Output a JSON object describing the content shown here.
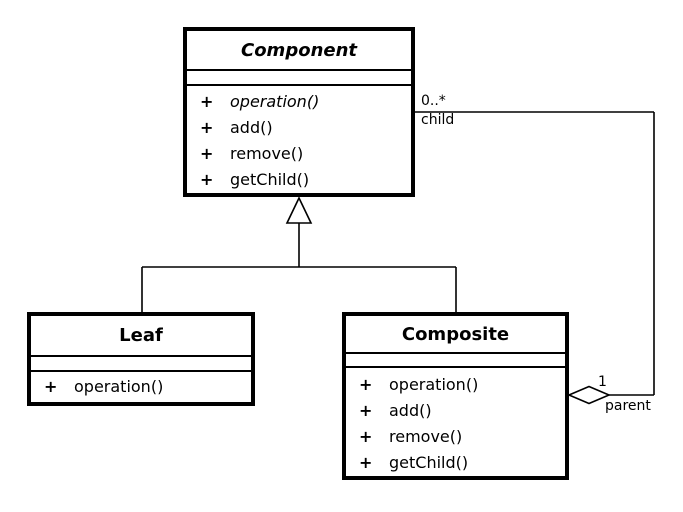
{
  "diagram": {
    "classes": {
      "component": {
        "name": "Component",
        "abstract": true,
        "methods": [
          {
            "visibility": "+",
            "signature": "operation()",
            "abstract": true
          },
          {
            "visibility": "+",
            "signature": "add()",
            "abstract": false
          },
          {
            "visibility": "+",
            "signature": "remove()",
            "abstract": false
          },
          {
            "visibility": "+",
            "signature": "getChild()",
            "abstract": false
          }
        ]
      },
      "leaf": {
        "name": "Leaf",
        "abstract": false,
        "methods": [
          {
            "visibility": "+",
            "signature": "operation()",
            "abstract": false
          }
        ]
      },
      "composite": {
        "name": "Composite",
        "abstract": false,
        "methods": [
          {
            "visibility": "+",
            "signature": "operation()",
            "abstract": false
          },
          {
            "visibility": "+",
            "signature": "add()",
            "abstract": false
          },
          {
            "visibility": "+",
            "signature": "remove()",
            "abstract": false
          },
          {
            "visibility": "+",
            "signature": "getChild()",
            "abstract": false
          }
        ]
      }
    },
    "association": {
      "child_multiplicity": "0..*",
      "child_role": "child",
      "parent_multiplicity": "1",
      "parent_role": "parent"
    },
    "colors": {
      "line": "#000000",
      "fill": "#ffffff"
    }
  }
}
